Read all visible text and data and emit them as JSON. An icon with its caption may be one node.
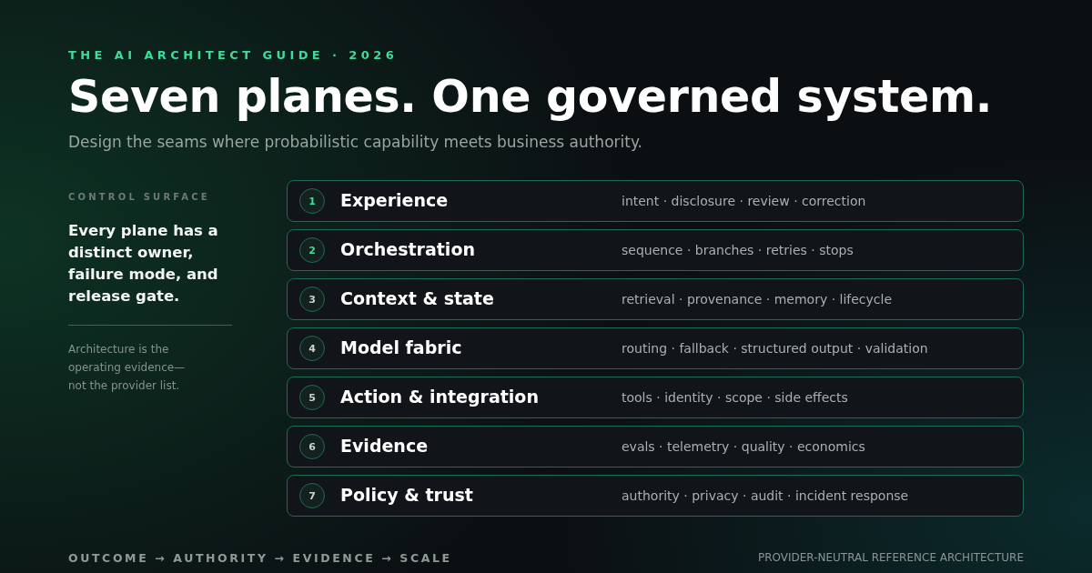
{
  "diagram": {
    "title": "Seven planes. One governed system.",
    "nodes": [
      {
        "text": [
          "Experience",
          "intent · disclosure · review · correction"
        ]
      },
      {
        "text": [
          "1"
        ],
        "in": 0
      },
      {
        "text": [
          "Orchestration",
          "sequence · branches · retries · stops"
        ]
      },
      {
        "text": [
          "2"
        ],
        "in": 2
      },
      {
        "text": [
          "Context & state",
          "retrieval · provenance · memory · lifecycle"
        ]
      },
      {
        "text": [
          "3"
        ],
        "in": 4
      },
      {
        "text": [
          "Model fabric",
          "routing · fallback · structured output · validation"
        ]
      },
      {
        "text": [
          "4"
        ],
        "in": 6
      },
      {
        "text": [
          "Action & integration",
          "tools · identity · scope · side effects"
        ]
      },
      {
        "text": [
          "5"
        ],
        "in": 8
      },
      {
        "text": [
          "Evidence",
          "evals · telemetry · quality · economics"
        ]
      },
      {
        "text": [
          "6"
        ],
        "in": 10
      },
      {
        "text": [
          "Policy & trust",
          "authority · privacy · audit · incident response"
        ]
      },
      {
        "text": [
          "7"
        ],
        "in": 12
      }
    ],
    "labels": [
      "THE AI ARCHITECT GUIDE · 2026",
      "Design the seams where probabilistic capability meets business authority.",
      "CONTROL SURFACE",
      "Every plane has a distinct owner, failure mode, and release gate.",
      "Architecture is the operating evidence— not the provider list.",
      "OUTCOME → AUTHORITY → EVIDENCE → SCALE",
      "PROVIDER-NEUTRAL REFERENCE ARCHITECTURE"
    ]
  }
}
